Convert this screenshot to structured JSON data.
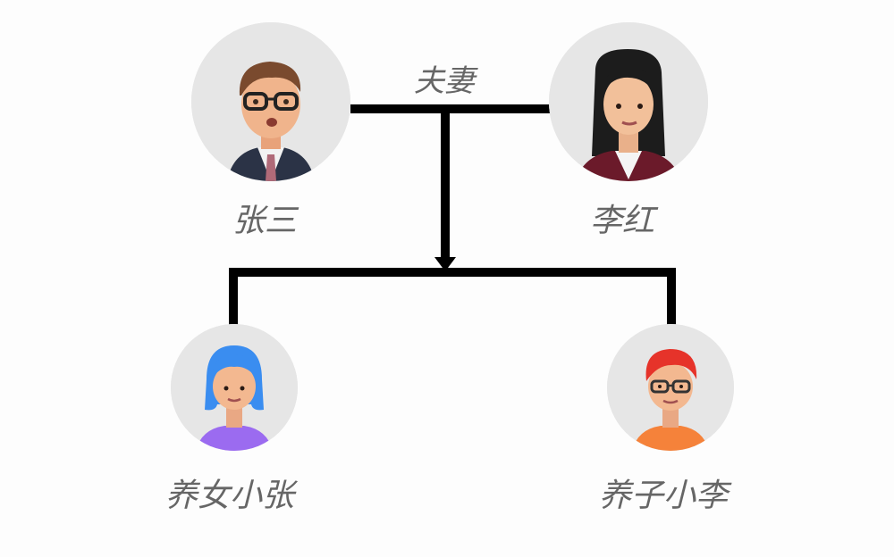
{
  "diagram": {
    "relation_label": "夫妻",
    "parents": [
      {
        "name": "张三",
        "icon": "businessman-glasses-avatar-icon"
      },
      {
        "name": "李红",
        "icon": "businesswoman-black-hair-avatar-icon"
      }
    ],
    "children": [
      {
        "name": "养女小张",
        "icon": "girl-blue-hair-avatar-icon"
      },
      {
        "name": "养子小李",
        "icon": "boy-red-hair-glasses-avatar-icon"
      }
    ]
  },
  "colors": {
    "line": "#000000",
    "label": "#666666",
    "avatar_bg": "#e6e6e6"
  }
}
